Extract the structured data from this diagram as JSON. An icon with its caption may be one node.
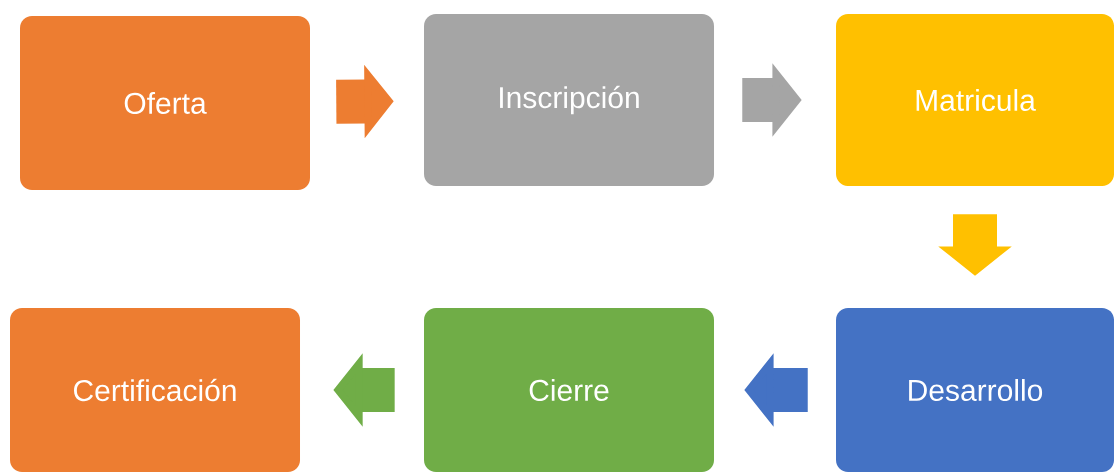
{
  "diagram": {
    "nodes": [
      {
        "text": [
          "Oferta"
        ]
      },
      {
        "text": [
          "Inscripción"
        ]
      },
      {
        "text": [
          "Matricula"
        ]
      },
      {
        "text": [
          "Desarrollo"
        ]
      },
      {
        "text": [
          "Cierre"
        ]
      },
      {
        "text": [
          "Certificación"
        ]
      }
    ],
    "edges": [
      {
        "from": 0,
        "to": 1,
        "arrow": "to",
        "color": "#ed7d31"
      },
      {
        "from": 1,
        "to": 2,
        "arrow": "to",
        "color": "#a5a5a5"
      },
      {
        "from": 2,
        "to": 3,
        "arrow": "to",
        "color": "#ffc000"
      },
      {
        "from": 3,
        "to": 4,
        "arrow": "to",
        "color": "#4472c4"
      },
      {
        "from": 4,
        "to": 5,
        "arrow": "to",
        "color": "#70ad47"
      }
    ]
  }
}
